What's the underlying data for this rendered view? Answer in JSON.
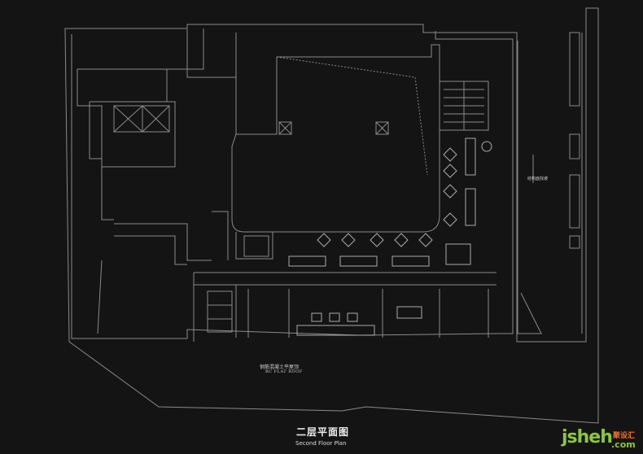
{
  "plan": {
    "roof_label_cn": "钢筋混凝土平屋顶",
    "roof_label_en": "RC FLAT ROOF",
    "slope_label": "结构面找坡"
  },
  "title": {
    "cn": "二层平面图",
    "en": "Second Floor Plan"
  },
  "watermark": {
    "brand": "jsheh",
    "brand_cn": "聚设汇",
    "domain": ".com"
  },
  "colors": {
    "background": "#141414",
    "lines": "#9a9a9a",
    "logo_green": "#8cc63f",
    "logo_orange": "#e8742a"
  }
}
